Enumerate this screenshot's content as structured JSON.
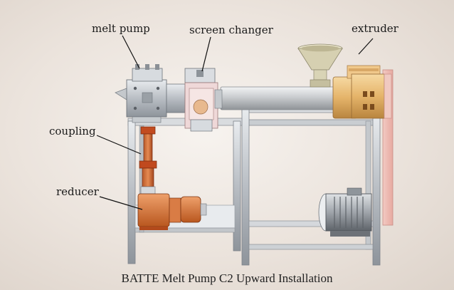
{
  "labels": {
    "melt_pump": "melt pump",
    "screen_changer": "screen changer",
    "extruder": "extruder",
    "coupling": "coupling",
    "reducer": "reducer"
  },
  "caption": "BATTE Melt Pump C2 Upward Installation"
}
